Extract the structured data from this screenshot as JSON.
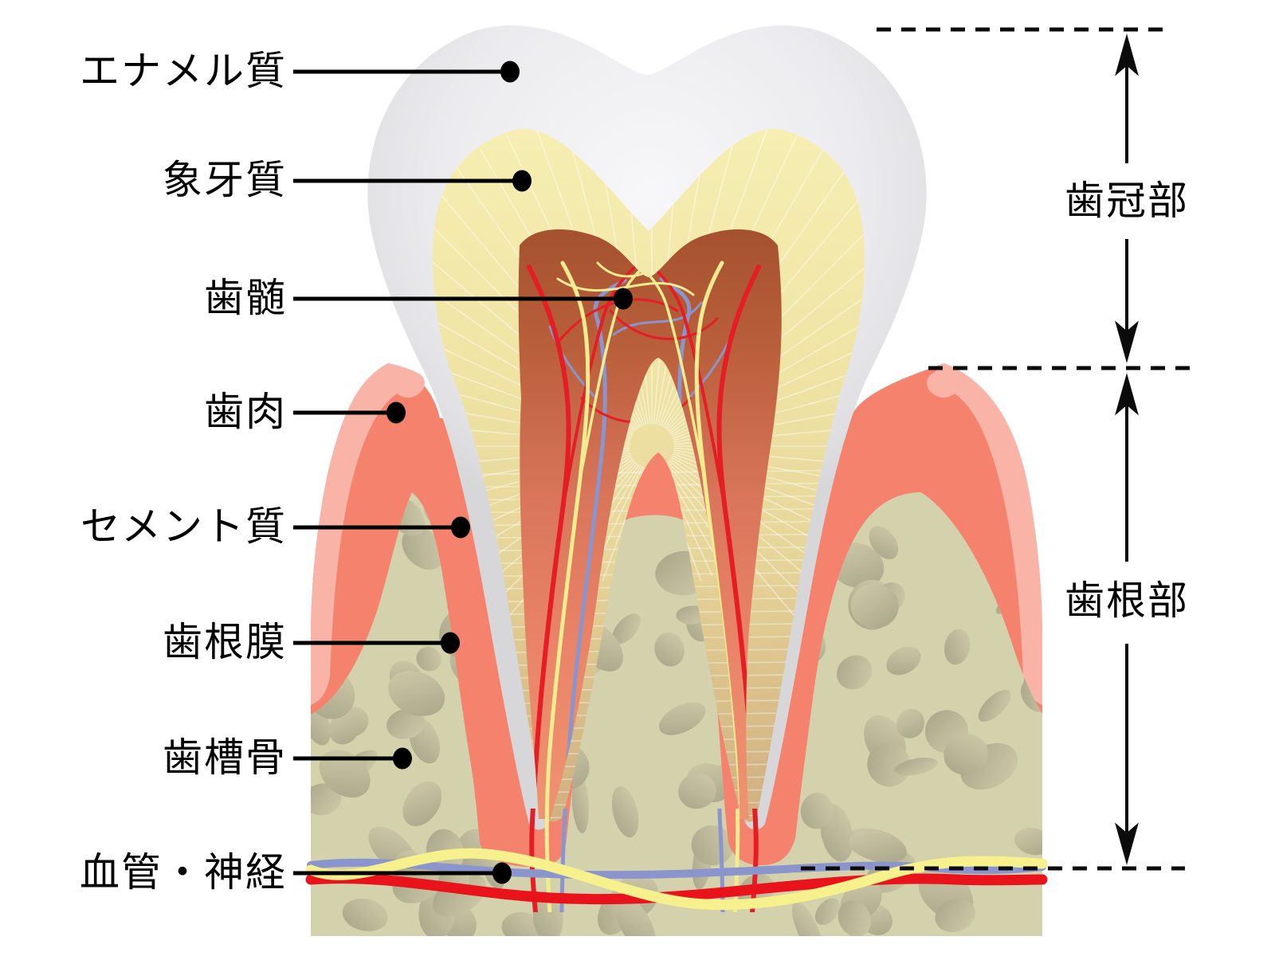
{
  "diagram": {
    "description_visible_text_only": true,
    "left_labels": [
      {
        "id": "enamel",
        "text": "エナメル質"
      },
      {
        "id": "dentin",
        "text": "象牙質"
      },
      {
        "id": "pulp",
        "text": "歯髄"
      },
      {
        "id": "gum",
        "text": "歯肉"
      },
      {
        "id": "cementum",
        "text": "セメント質"
      },
      {
        "id": "periodontal-ligament",
        "text": "歯根膜"
      },
      {
        "id": "alveolar-bone",
        "text": "歯槽骨"
      },
      {
        "id": "vessels-nerves",
        "text": "血管・神経"
      }
    ],
    "right_labels": [
      {
        "id": "crown-section",
        "text": "歯冠部"
      },
      {
        "id": "root-section",
        "text": "歯根部"
      }
    ],
    "palette": {
      "enamel_edge": "#d9d9dc",
      "enamel_center": "#f6f6f8",
      "dentin": "#f2e8ab",
      "dentin_root": "#d9c092",
      "pulp_top": "#a4512e",
      "pulp_bottom": "#ee9472",
      "gum": "#f5826d",
      "gum_light": "#f9b4a7",
      "bone": "#d4d1ad",
      "bone_spot": "#aba78c",
      "vessel_red": "#e8131b",
      "vessel_blue": "#8a94cd",
      "vessel_yellow": "#f6f08d",
      "line_black": "#000000"
    }
  }
}
